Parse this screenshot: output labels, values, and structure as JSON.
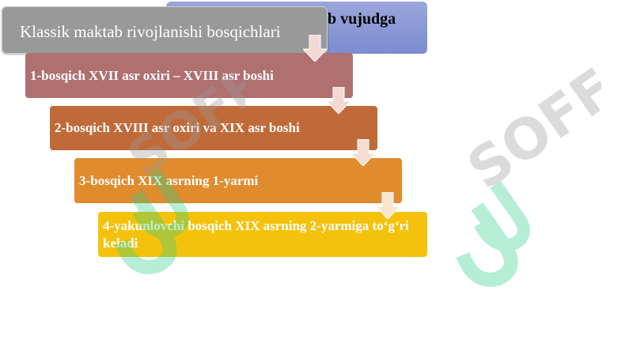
{
  "back_header": {
    "text": "b vujudga"
  },
  "title_box": {
    "text": "Klassik maktab rivojlanishi bosqichlari"
  },
  "steps": [
    {
      "label": "1-bosqich XVII asr oxiri – XVIII asr boshi",
      "color": "#b07070"
    },
    {
      "label": "2-bosqich XVIII asr oxiri va XIX asr boshi",
      "color": "#c16a39"
    },
    {
      "label": "3-bosqich XIX asrning 1-yarmi",
      "color": "#e08b2d"
    },
    {
      "label": "4-yakunlovchi bosqich XIX asrning 2-yarmiga to‘g‘ri keladi",
      "color": "#f4c20d"
    }
  ],
  "watermark": {
    "text": "SOFF",
    "color_mark": "#2fcf8a",
    "color_text": "#9a9a9a"
  }
}
